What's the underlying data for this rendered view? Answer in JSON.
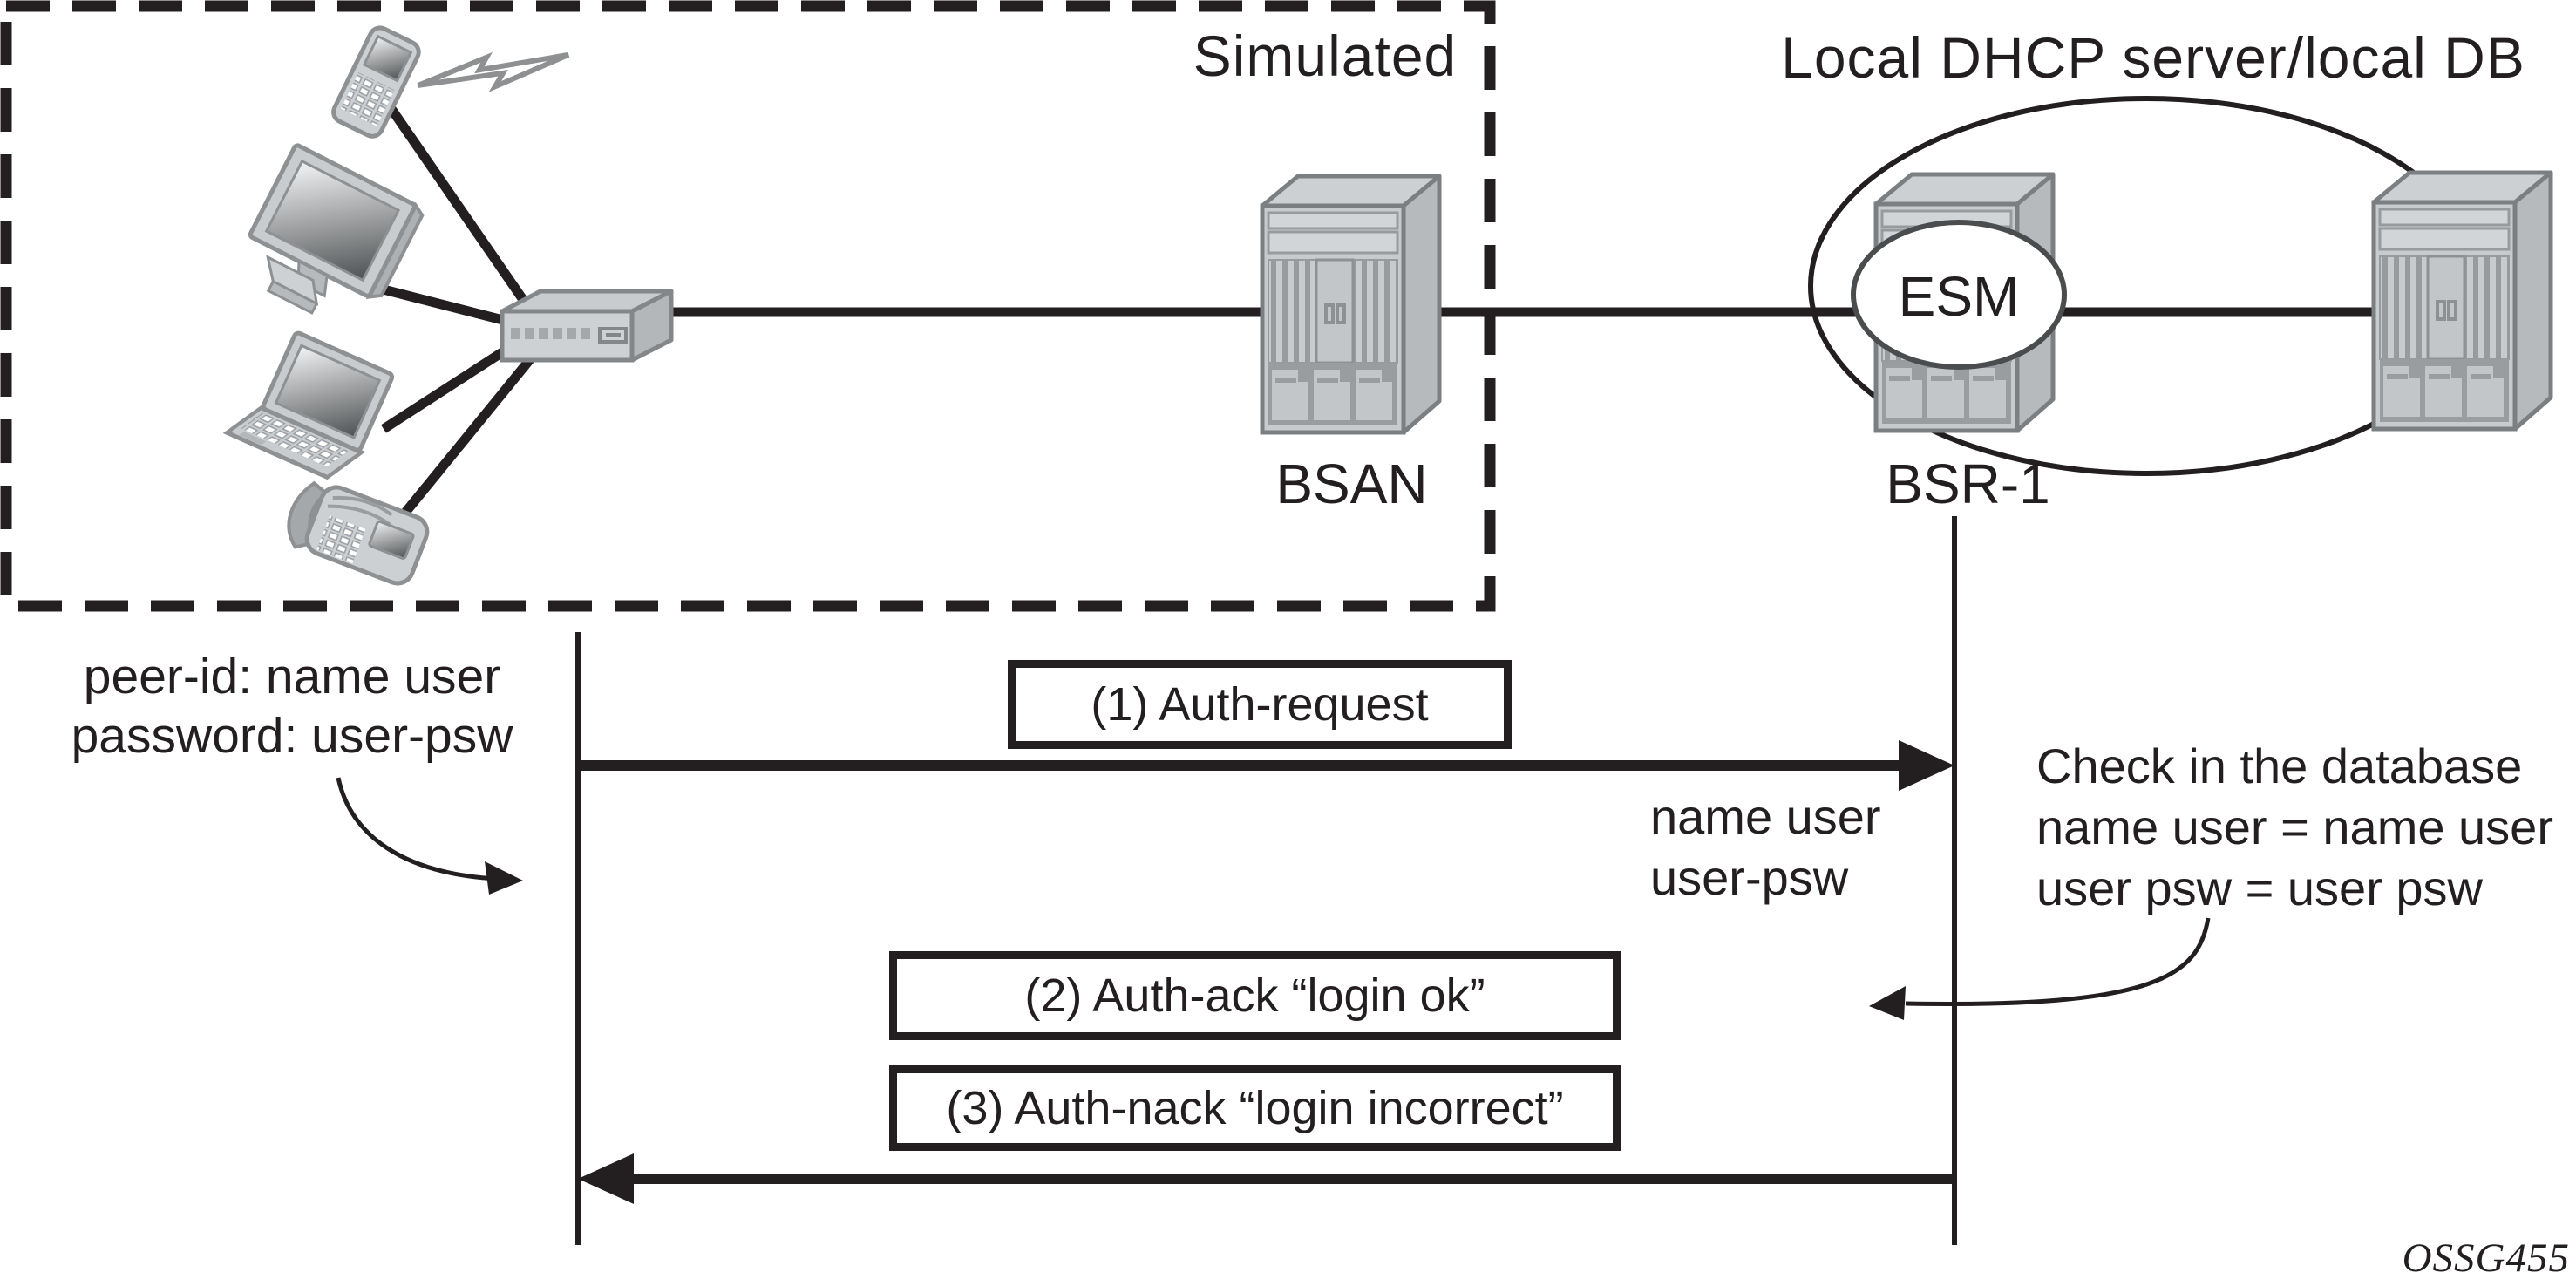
{
  "topology": {
    "simulated_zone": {
      "label": "Simulated",
      "bsan_label": "BSAN"
    },
    "dhcp_zone": {
      "title": "Local DHCP server/local DB",
      "esm_label": "ESM",
      "bsr1_label": "BSR-1"
    }
  },
  "sequence": {
    "credentials": {
      "line1": "peer-id: name user",
      "line2": "password: user-psw"
    },
    "msg_auth_request": "(1) Auth-request",
    "request_params": {
      "line1": "name user",
      "line2": "user-psw"
    },
    "db_check": {
      "line1": "Check in the database",
      "line2": "name user = name user",
      "line3": "user psw = user psw"
    },
    "msg_auth_ack": "(2) Auth-ack “login ok”",
    "msg_auth_nack": "(3) Auth-nack “login incorrect”"
  },
  "figure_code": "OSSG455",
  "colors": {
    "ink": "#231f20",
    "device_fill": "#c9cccf",
    "device_stroke": "#8e9092"
  }
}
